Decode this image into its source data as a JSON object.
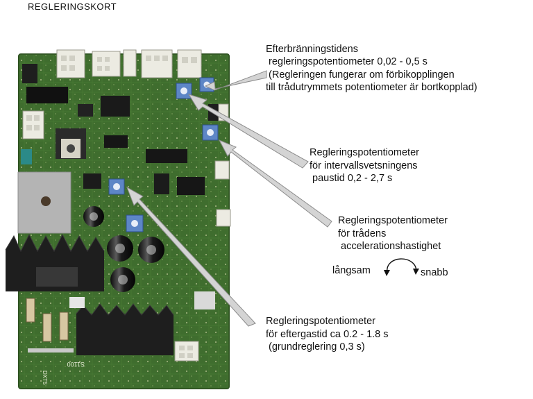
{
  "title": "REGLERINGSKORT",
  "labels": {
    "afterburn": {
      "line1": "Efterbränningstidens",
      "line2": " regleringspotentiometer 0,02 - 0,5 s",
      "line3": " (Regleringen fungerar om förbikopplingen",
      "line4": "till trådutrymmets potentiometer är bortkopplad)"
    },
    "interval": {
      "line1": "Regleringspotentiometer",
      "line2": "för intervallsvetsningens",
      "line3": " paustid 0,2 - 2,7 s"
    },
    "wire": {
      "line1": "Regleringspotentiometer",
      "line2": "för trådens",
      "line3": " accelerationshastighet"
    },
    "direction": {
      "slow": "långsam",
      "fast": "snabb"
    },
    "aftergas": {
      "line1": "Regleringspotentiometer",
      "line2": "för eftergastid ca 0.2 - 1.8 s",
      "line3": " (grundreglering 0,3 s)"
    }
  },
  "board_silkscreen": [
    "S1100",
    "DXT5"
  ],
  "colors": {
    "pcb": "#3f6e2e",
    "potentiometer": "#5d86c6",
    "arrow_fill": "#d4d4d4",
    "arrow_stroke": "#8c8c8c",
    "heatsink": "#1e1e1e",
    "connector": "#ecebe2"
  }
}
